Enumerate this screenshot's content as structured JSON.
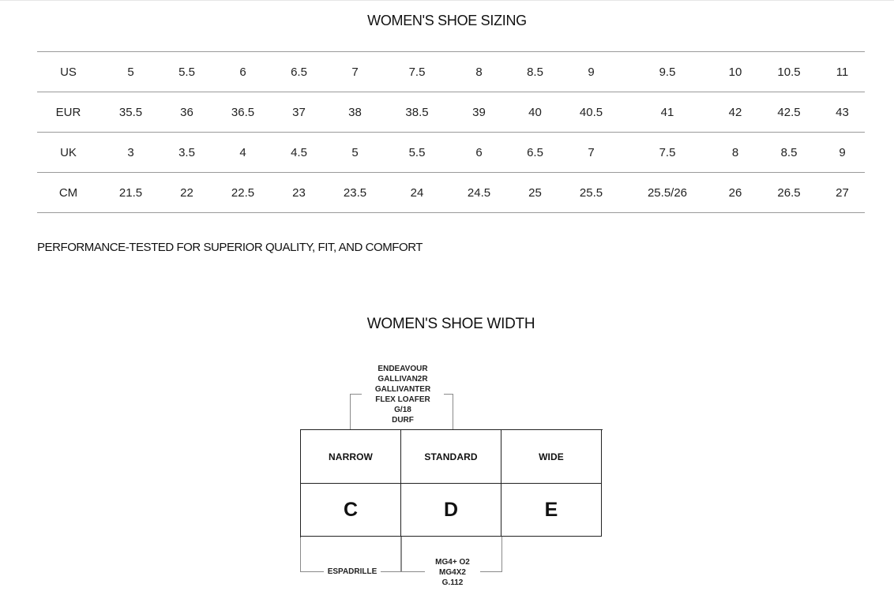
{
  "sizing": {
    "title": "WOMEN'S SHOE SIZING",
    "rows": [
      {
        "label": "US",
        "values": [
          "5",
          "5.5",
          "6",
          "6.5",
          "7",
          "7.5",
          "8",
          "8.5",
          "9",
          "9.5",
          "10",
          "10.5",
          "11"
        ]
      },
      {
        "label": "EUR",
        "values": [
          "35.5",
          "36",
          "36.5",
          "37",
          "38",
          "38.5",
          "39",
          "40",
          "40.5",
          "41",
          "42",
          "42.5",
          "43"
        ]
      },
      {
        "label": "UK",
        "values": [
          "3",
          "3.5",
          "4",
          "4.5",
          "5",
          "5.5",
          "6",
          "6.5",
          "7",
          "7.5",
          "8",
          "8.5",
          "9"
        ]
      },
      {
        "label": "CM",
        "values": [
          "21.5",
          "22",
          "22.5",
          "23",
          "23.5",
          "24",
          "24.5",
          "25",
          "25.5",
          "25.5/26",
          "26",
          "26.5",
          "27"
        ]
      }
    ]
  },
  "tagline": "PERFORMANCE-TESTED FOR SUPERIOR QUALITY, FIT, AND COMFORT",
  "width": {
    "title": "WOMEN'S SHOE WIDTH",
    "labels": [
      "NARROW",
      "STANDARD",
      "WIDE"
    ],
    "letters": [
      "C",
      "D",
      "E"
    ],
    "top_models": [
      "ENDEAVOUR",
      "GALLIVAN2R",
      "GALLIVANTER",
      "FLEX LOAFER",
      "G/18",
      "DURF"
    ],
    "bottom_left_models": [
      "ESPADRILLE"
    ],
    "bottom_right_models": [
      "MG4+ O2",
      "MG4X2",
      "G.112"
    ]
  }
}
